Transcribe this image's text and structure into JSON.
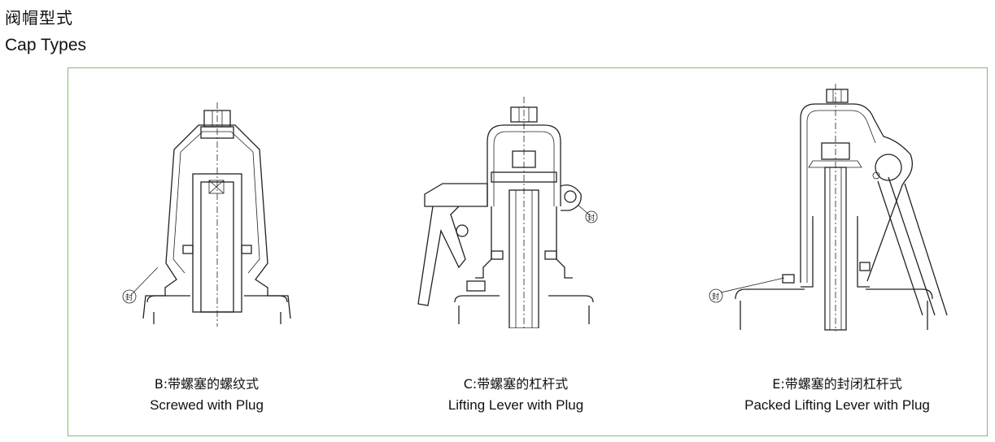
{
  "header": {
    "title_cn": "阀帽型式",
    "title_en": "Cap Types"
  },
  "panels": [
    {
      "caption_cn": "B:带螺塞的螺纹式",
      "caption_en": "Screwed  with Plug",
      "seal_label": "封"
    },
    {
      "caption_cn": "C:带螺塞的杠杆式",
      "caption_en": "Lifting Lever with Plug",
      "seal_label": "封"
    },
    {
      "caption_cn": "E:带螺塞的封闭杠杆式",
      "caption_en": "Packed Lifting Lever with Plug",
      "seal_label": "封"
    }
  ],
  "colors": {
    "frame_border": "#7fbf6a",
    "line": "#222222"
  }
}
